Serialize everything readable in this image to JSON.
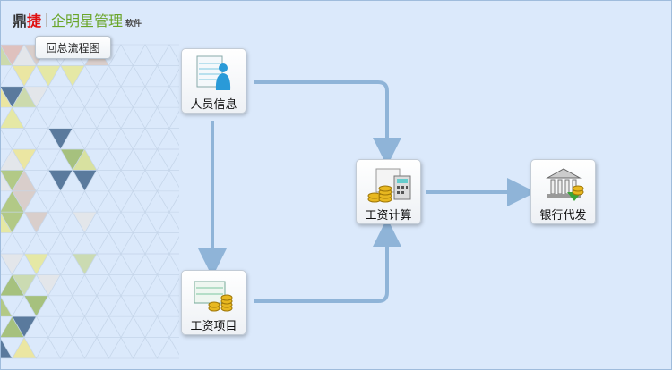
{
  "brand": {
    "part1": "鼎",
    "part2": "捷",
    "product": "企明星管理",
    "suffix": "软件"
  },
  "back_button": "回总流程图",
  "nodes": {
    "personnel": "人员信息",
    "salary_items": "工资项目",
    "salary_calc": "工资计算",
    "bank_payment": "银行代发"
  },
  "colors": {
    "background": "#dbe9fb",
    "arrow": "#8fb4d8",
    "brand_green": "#6aa52a",
    "brand_red": "#e01010"
  }
}
